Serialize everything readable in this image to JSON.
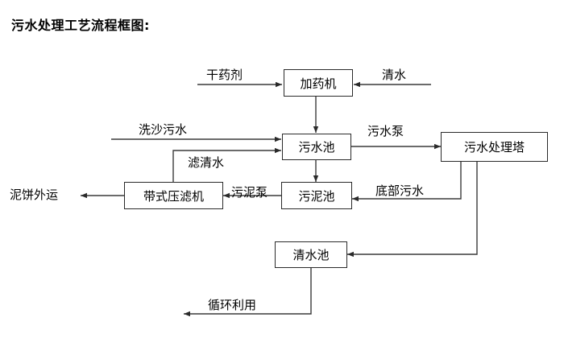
{
  "document": {
    "title": "污水处理工艺流程框图:"
  },
  "diagram": {
    "type": "flowchart",
    "orientation": "top-down",
    "nodes": [
      {
        "id": "dosing-machine",
        "label": "加药机"
      },
      {
        "id": "sewage-pool",
        "label": "污水池"
      },
      {
        "id": "sewage-treatment-tower",
        "label": "污水处理塔"
      },
      {
        "id": "belt-filter-press",
        "label": "带式压滤机"
      },
      {
        "id": "sludge-pool",
        "label": "污泥池"
      },
      {
        "id": "clean-water-pool",
        "label": "清水池"
      }
    ],
    "terminals": [
      {
        "id": "dry-agent",
        "label": "干药剂"
      },
      {
        "id": "clean-water-input",
        "label": "清水"
      },
      {
        "id": "sand-washing-sewage",
        "label": "洗沙污水"
      },
      {
        "id": "mud-cake-out",
        "label": "泥饼外运"
      }
    ],
    "edge_labels": [
      {
        "id": "filtered-clear-water",
        "label": "滤清水"
      },
      {
        "id": "sewage-pump",
        "label": "污水泵"
      },
      {
        "id": "sludge-pump",
        "label": "污泥泵"
      },
      {
        "id": "bottom-sewage",
        "label": "底部污水"
      },
      {
        "id": "recycling-reuse",
        "label": "循环利用"
      }
    ],
    "flows": [
      {
        "from": "干药剂",
        "to": "加药机",
        "label": ""
      },
      {
        "from": "清水",
        "to": "加药机",
        "label": ""
      },
      {
        "from": "加药机",
        "to": "污水池",
        "label": ""
      },
      {
        "from": "洗沙污水",
        "to": "污水池",
        "label": ""
      },
      {
        "from": "带式压滤机",
        "to": "污水池",
        "label": "滤清水"
      },
      {
        "from": "污水池",
        "to": "污水处理塔",
        "label": "污水泵"
      },
      {
        "from": "污水池",
        "to": "污泥池",
        "label": ""
      },
      {
        "from": "污泥池",
        "to": "带式压滤机",
        "label": "污泥泵"
      },
      {
        "from": "污水处理塔",
        "to": "污泥池",
        "label": "底部污水"
      },
      {
        "from": "污水处理塔",
        "to": "清水池",
        "label": ""
      },
      {
        "from": "带式压滤机",
        "to": "泥饼外运",
        "label": ""
      },
      {
        "from": "清水池",
        "to": "循环利用",
        "label": "循环利用"
      }
    ],
    "colors": {
      "background": "#ffffff",
      "line": "#3a3a3a",
      "box_border": "#2a2a2a",
      "text": "#000000"
    }
  }
}
